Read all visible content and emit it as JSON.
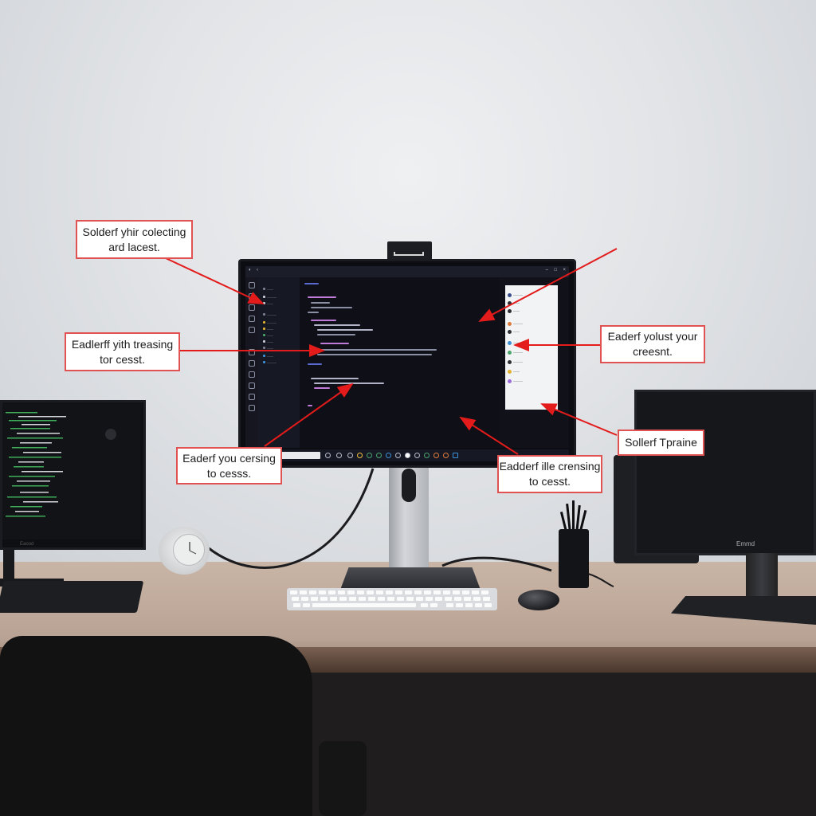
{
  "annotations": [
    {
      "id": "a1",
      "line1": "Solderf yhir colecting",
      "line2": "ard lacest."
    },
    {
      "id": "a2",
      "line1": "Eadlerff yith treasing",
      "line2": "tor cesst."
    },
    {
      "id": "a3",
      "line1": "Eaderf you cersing",
      "line2": "to cesss."
    },
    {
      "id": "a4",
      "line1": "Eadderf ille crensing",
      "line2": "to cesst."
    },
    {
      "id": "a5",
      "line1": "Eaderf yolust your",
      "line2": "creesnt."
    },
    {
      "id": "a6",
      "line1": "Sollerf Tpraine",
      "line2": ""
    }
  ],
  "monitor_brands": {
    "left": "Eaood",
    "right": "Emmd"
  },
  "colors": {
    "annotation_border": "#e15353",
    "arrow": "#e31b1b"
  },
  "icons": [
    "webcam-icon",
    "clock-icon",
    "mouse-icon",
    "keyboard-icon",
    "pen-cup-icon"
  ]
}
